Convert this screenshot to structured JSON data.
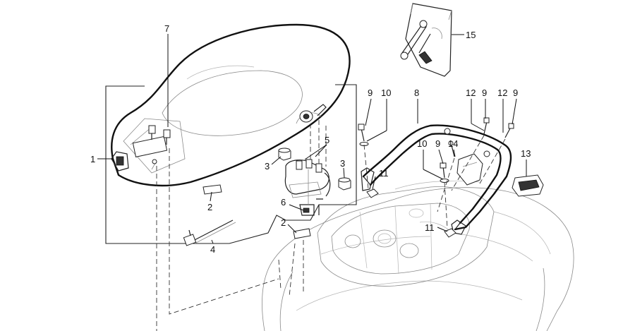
{
  "callouts": [
    {
      "id": "c1",
      "text": "1"
    },
    {
      "id": "c2a",
      "text": "2"
    },
    {
      "id": "c2b",
      "text": "2"
    },
    {
      "id": "c3a",
      "text": "3"
    },
    {
      "id": "c3b",
      "text": "3"
    },
    {
      "id": "c4",
      "text": "4"
    },
    {
      "id": "c5",
      "text": "5"
    },
    {
      "id": "c6",
      "text": "6"
    },
    {
      "id": "c7",
      "text": "7"
    },
    {
      "id": "c8",
      "text": "8"
    },
    {
      "id": "c9a",
      "text": "9"
    },
    {
      "id": "c9b",
      "text": "9"
    },
    {
      "id": "c9c",
      "text": "9"
    },
    {
      "id": "c9d",
      "text": "9"
    },
    {
      "id": "c10a",
      "text": "10"
    },
    {
      "id": "c10b",
      "text": "10"
    },
    {
      "id": "c11a",
      "text": "11"
    },
    {
      "id": "c11b",
      "text": "11"
    },
    {
      "id": "c12a",
      "text": "12"
    },
    {
      "id": "c12b",
      "text": "12"
    },
    {
      "id": "c13",
      "text": "13"
    },
    {
      "id": "c14",
      "text": "14"
    },
    {
      "id": "c15",
      "text": "15"
    }
  ]
}
